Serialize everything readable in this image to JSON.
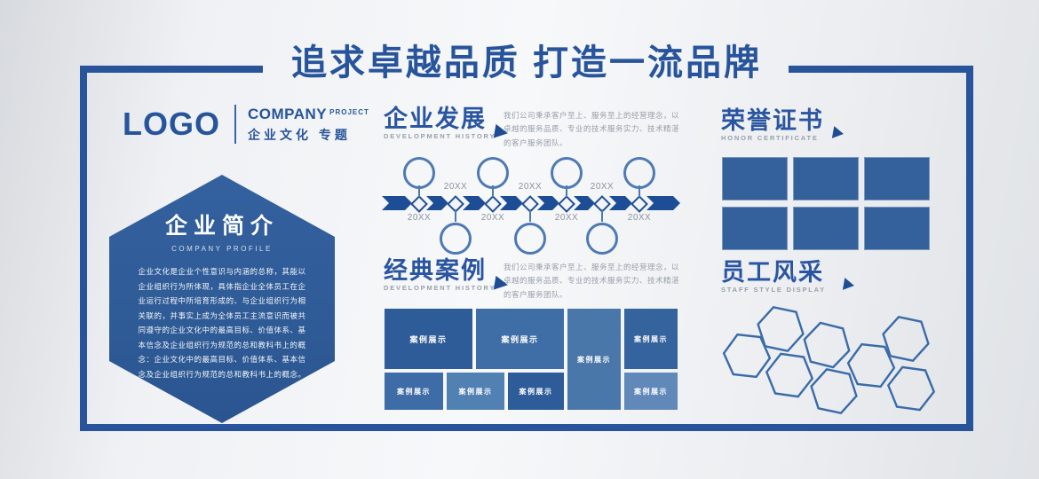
{
  "banner": {
    "title": "追求卓越品质  打造一流品牌"
  },
  "brand": {
    "logo_text": "LOGO",
    "company_en": "COMPANY",
    "project_en": "PROJECT",
    "tagline_cn": "企业文化 专题"
  },
  "profile": {
    "heading": "企业简介",
    "subheading": "COMPANY PROFILE",
    "body": "企业文化是企业个性意识与内涵的总称，其能以企业组织行为所体现，具体指企业全体员工在企业运行过程中所培育形成的、与企业组织行为相关联的，并事实上成为全体员工主流意识而被共同遵守的企业文化中的最高目标、价值体系、基本信念及企业组织行为规范的总和教科书上的概念：企业文化中的最高目标、价值体系、基本信念及企业组织行为规范的总和教科书上的概念。"
  },
  "development": {
    "heading": "企业发展",
    "subheading": "DEVELOPMENT HISTORY",
    "description": "我们公司秉承客户至上、服务至上的经营理念，以卓越的服务品质、专业的技术服务实力、技术精湛的客户服务团队。",
    "timeline_nodes": [
      {
        "label": "20XX",
        "direction": "up"
      },
      {
        "label": "20XX",
        "direction": "down"
      },
      {
        "label": "20XX",
        "direction": "up"
      },
      {
        "label": "20XX",
        "direction": "down"
      },
      {
        "label": "20XX",
        "direction": "up"
      },
      {
        "label": "20XX",
        "direction": "down"
      },
      {
        "label": "20XX",
        "direction": "up"
      }
    ]
  },
  "cases": {
    "heading": "经典案例",
    "subheading": "DEVELOPMENT HISTORY",
    "description": "我们公司秉承客户至上、服务至上的经营理念，以卓越的服务品质、专业的技术服务实力、技术精湛的客户服务团队。",
    "tiles": [
      {
        "label": "案例展示",
        "color": "#2e5c99"
      },
      {
        "label": "案例展示",
        "color": "#3f6ea7"
      },
      {
        "label": "案例展示",
        "color": "#4a77a9"
      },
      {
        "label": "案例展示",
        "color": "#35639e"
      },
      {
        "label": "案例展示",
        "color": "#3e6ca6"
      },
      {
        "label": "案例展示",
        "color": "#5180b3"
      },
      {
        "label": "案例展示",
        "color": "#2e5c99"
      },
      {
        "label": "案例展示",
        "color": "#6089ba"
      }
    ]
  },
  "honors": {
    "heading": "荣誉证书",
    "subheading": "HONOR CERTIFICATE",
    "certificate_count": 6,
    "tile_color": "#34619c"
  },
  "staff": {
    "heading": "员工风采",
    "subheading": "STAFF STYLE DISPLAY",
    "hexagon_count": 8
  },
  "colors": {
    "brand_blue": "#27549b",
    "heading_blue": "#2a55a0",
    "gray_text": "#97a0aa",
    "band_blue": "#1d4e95",
    "circle_stroke": "#4d7ab5",
    "hex_outline": "#3a6ba9"
  }
}
